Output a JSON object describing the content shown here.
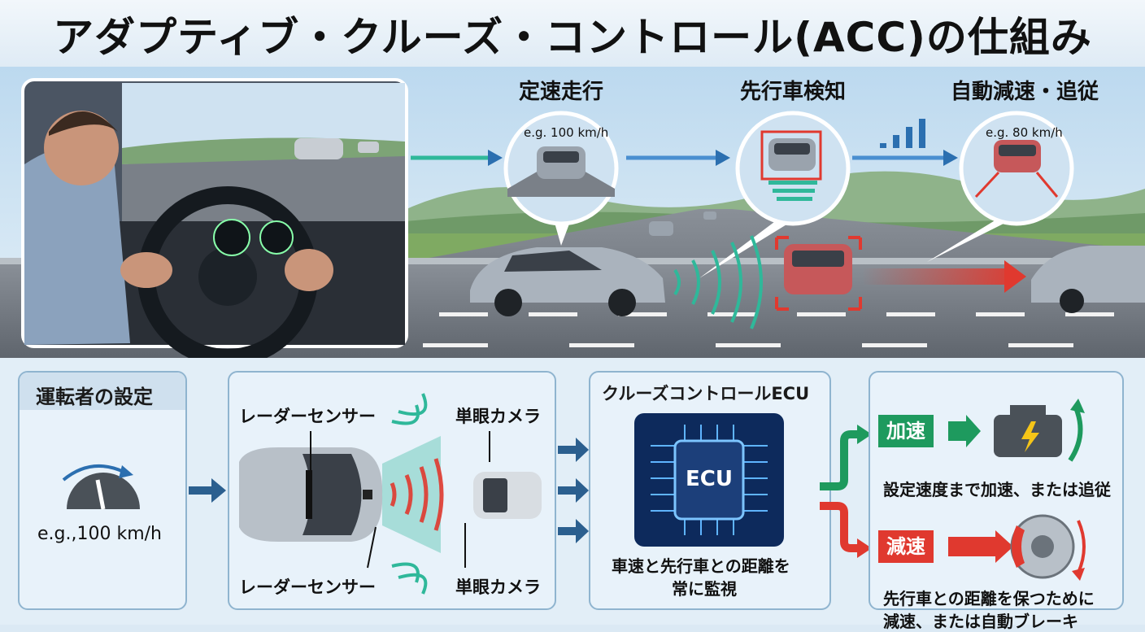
{
  "title": "アダプティブ・クルーズ・コントロール(ACC)の仕組み",
  "stages": [
    {
      "label": "定速走行",
      "speed": "e.g. 100 km/h"
    },
    {
      "label": "先行車検知",
      "speed": ""
    },
    {
      "label": "自動減速・追従",
      "speed": "e.g. 80 km/h"
    }
  ],
  "driver_setting": {
    "title": "運転者の設定",
    "speed": "e.g.,100 km/h"
  },
  "sensors": {
    "radar_top": "レーダーセンサー",
    "camera_top": "単眼カメラ",
    "radar_bottom": "レーダーセンサー",
    "camera_bottom": "単眼カメラ"
  },
  "ecu": {
    "title": "クルーズコントロールECU",
    "chip_label": "ECU",
    "desc_line1": "車速と先行車との距離を",
    "desc_line2": "常に監視"
  },
  "actions": {
    "accel_tag": "加速",
    "accel_desc": "設定速度まで加速、または追従",
    "decel_tag": "減速",
    "decel_desc_line1": "先行車との距離を保つために",
    "decel_desc_line2": "減速、または自動ブレーキ"
  },
  "colors": {
    "accel": "#1e9a5e",
    "decel": "#e0392f",
    "flow": "#2b6fb0",
    "radar": "#2fb89a"
  }
}
